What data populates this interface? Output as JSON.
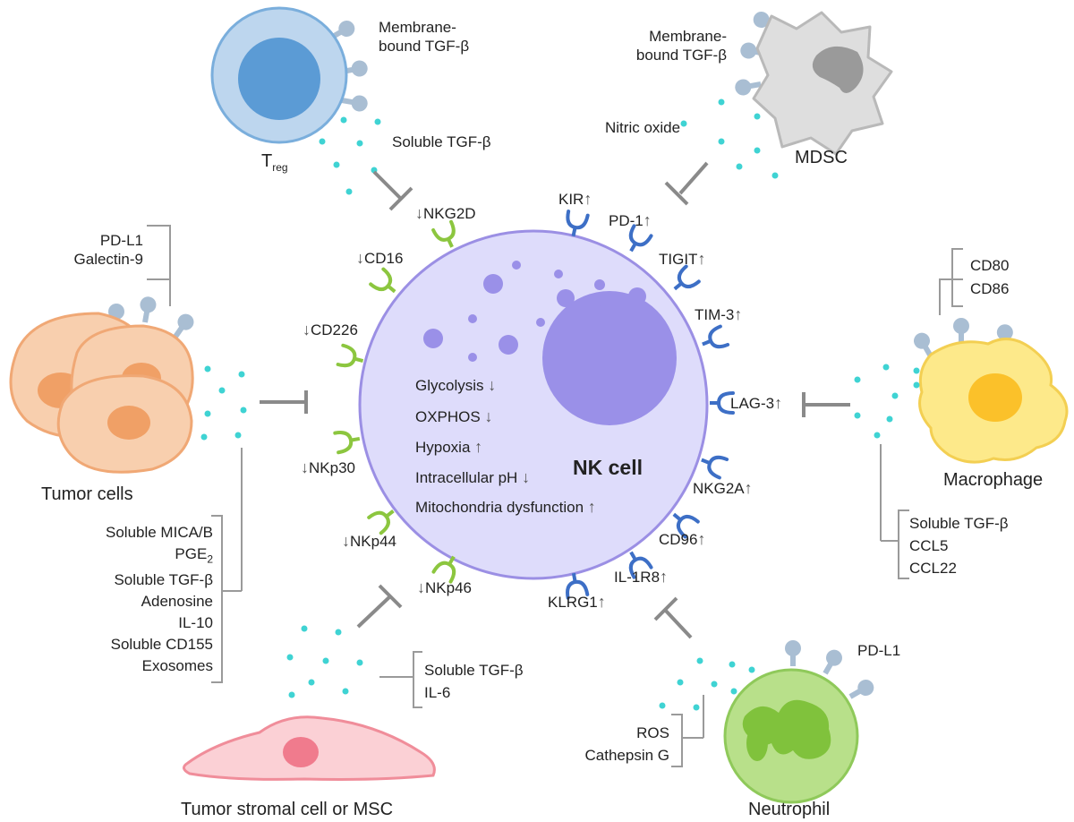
{
  "center": {
    "title": "NK cell",
    "metabolism": [
      {
        "text": "Glycolysis",
        "arrow": "↓"
      },
      {
        "text": "OXPHOS",
        "arrow": "↓"
      },
      {
        "text": "Hypoxia",
        "arrow": "↑"
      },
      {
        "text": "Intracellular pH",
        "arrow": "↓"
      },
      {
        "text": "Mitochondria dysfunction",
        "arrow": "↑"
      }
    ]
  },
  "activating_receptors": {
    "nkg2d": "NKG2D",
    "cd16": "CD16",
    "cd226": "CD226",
    "nkp30": "NKp30",
    "nkp44": "NKp44",
    "nkp46": "NKp46",
    "arrow": "↓"
  },
  "inhibitory_receptors": {
    "kir": "KIR",
    "pd1": "PD-1",
    "tigit": "TIGIT",
    "tim3": "TIM-3",
    "lag3": "LAG-3",
    "nkg2a": "NKG2A",
    "cd96": "CD96",
    "il1r8": "IL-1R8",
    "klrg1": "KLRG1",
    "arrow": "↑"
  },
  "cells": {
    "treg": {
      "name": "T",
      "sub": "reg",
      "membrane_label_1": "Membrane-",
      "membrane_label_2": "bound TGF-β",
      "soluble_label": "Soluble TGF-β"
    },
    "mdsc": {
      "name": "MDSC",
      "membrane_label_1": "Membrane-",
      "membrane_label_2": "bound TGF-β",
      "soluble_label": "Nitric oxide"
    },
    "tumor": {
      "name": "Tumor cells",
      "surface": [
        "PD-L1",
        "Galectin-9"
      ],
      "secreted": [
        "Soluble MICA/B",
        "PGE",
        "Soluble TGF-β",
        "Adenosine",
        "IL-10",
        "Soluble CD155",
        "Exosomes"
      ],
      "pge_sub": "2"
    },
    "macrophage": {
      "name": "Macrophage",
      "surface": [
        "CD80",
        "CD86"
      ],
      "secreted": [
        "Soluble TGF-β",
        "CCL5",
        "CCL22"
      ]
    },
    "stromal": {
      "name": "Tumor stromal cell or MSC",
      "secreted": [
        "Soluble TGF-β",
        "IL-6"
      ]
    },
    "neutrophil": {
      "name": "Neutrophil",
      "surface": "PD-L1",
      "secreted": [
        "ROS",
        "Cathepsin G"
      ]
    }
  },
  "colors": {
    "nk_fill": "#dedcfb",
    "nk_stroke": "#9b8fe4",
    "nucleus": "#9a90e8",
    "activating": "#8cc63f",
    "inhibitory": "#3d6fc6",
    "treg_fill": "#bdd6ee",
    "treg_nucleus": "#5b9bd5",
    "mdsc_fill": "#dedede",
    "tumor_fill": "#f8cfae",
    "tumor_stroke": "#f0a875",
    "macrophage_fill": "#fde98a",
    "macrophage_nucleus": "#fbc12a",
    "stromal_fill": "#fbd0d5",
    "neutrophil_fill": "#b8e08a",
    "dots": "#3fd3d3",
    "stalk": "#a9bed3",
    "inhibit_line": "#8a8a8a"
  }
}
